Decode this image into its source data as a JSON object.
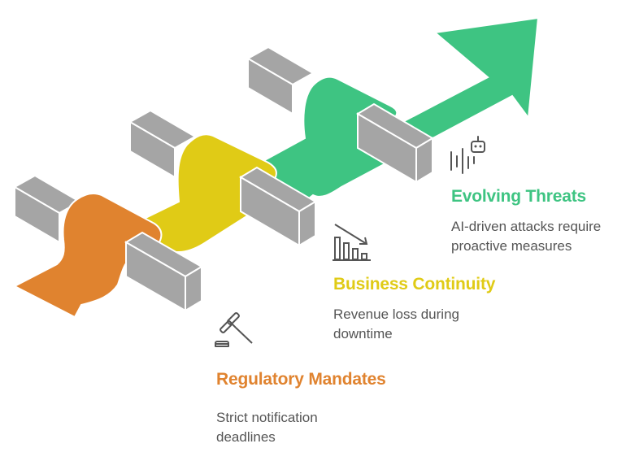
{
  "diagram": {
    "type": "staged-arrow-over-barriers",
    "arrow_color": "#3EC482",
    "barrier_color": "#A5A5A5",
    "stages": [
      {
        "title": "Regulatory Mandates",
        "description_line1": "Strict notification",
        "description_line2": "deadlines",
        "color": "#E0832F",
        "icon": "gavel-icon"
      },
      {
        "title": "Business Continuity",
        "description_line1": "Revenue loss during",
        "description_line2": "downtime",
        "color": "#E0CB16",
        "icon": "declining-bar-chart-icon"
      },
      {
        "title": "Evolving Threats",
        "description_line1": "AI-driven attacks require",
        "description_line2": "proactive measures",
        "color": "#3EC482",
        "icon": "robot-signal-icon"
      }
    ]
  }
}
